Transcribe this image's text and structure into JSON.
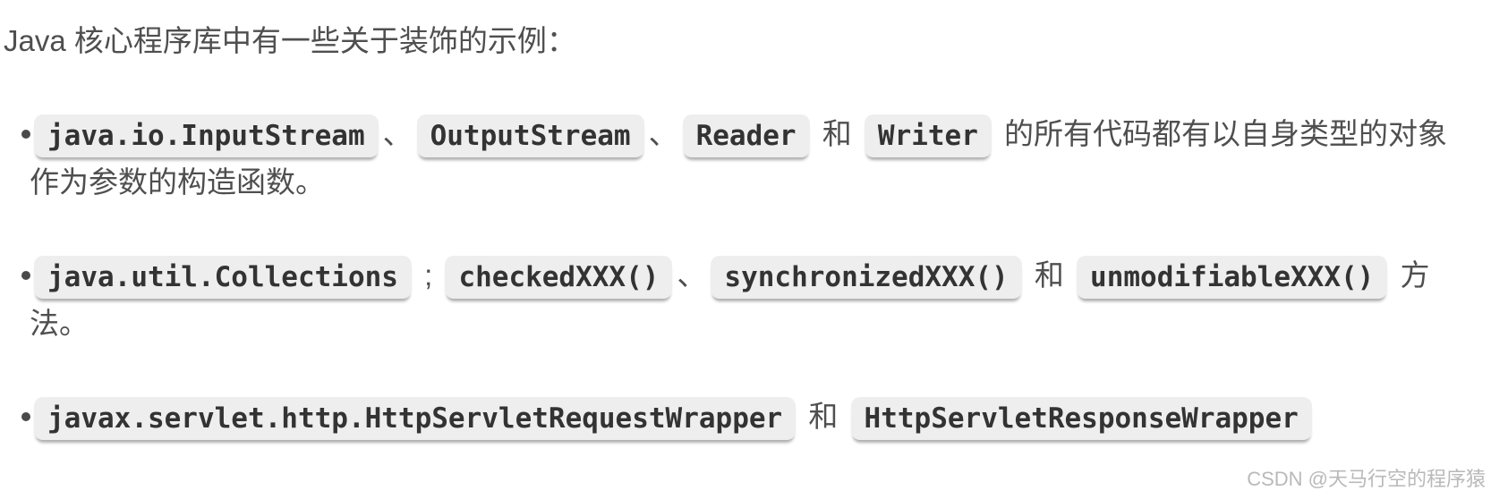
{
  "colors": {
    "background": "#ffffff",
    "body_text": "#4f4f4f",
    "code_text": "#333333",
    "code_chip_background": "#eeeeee",
    "bullet_dot": "#4a4a4a",
    "watermark_text": "#b9b9b9"
  },
  "intro": {
    "text": "Java 核心程序库中有一些关于装饰的示例："
  },
  "list": {
    "items": [
      {
        "segments": [
          {
            "type": "code",
            "text": "java.io.InputStream"
          },
          {
            "type": "text",
            "text": "、"
          },
          {
            "type": "code",
            "text": "OutputStream"
          },
          {
            "type": "text",
            "text": "、"
          },
          {
            "type": "code",
            "text": "Reader"
          },
          {
            "type": "text",
            "text": " 和 "
          },
          {
            "type": "code",
            "text": "Writer"
          },
          {
            "type": "text",
            "text": " 的所有代码都有以自身类型的对象作为参数的构造函数。"
          }
        ]
      },
      {
        "segments": [
          {
            "type": "code",
            "text": "java.util.Collections"
          },
          {
            "type": "text",
            "text": " ; "
          },
          {
            "type": "code",
            "text": "checkedXXX()"
          },
          {
            "type": "text",
            "text": "、"
          },
          {
            "type": "code",
            "text": "synchronizedXXX()"
          },
          {
            "type": "text",
            "text": " 和 "
          },
          {
            "type": "code",
            "text": "unmodifiableXXX()"
          },
          {
            "type": "text",
            "text": " 方法。"
          }
        ]
      },
      {
        "segments": [
          {
            "type": "code",
            "text": "javax.servlet.http.HttpServletRequestWrapper"
          },
          {
            "type": "text",
            "text": " 和 "
          },
          {
            "type": "code",
            "text": "HttpServletResponseWrapper"
          }
        ]
      }
    ]
  },
  "watermark": {
    "text": "CSDN @天马行空的程序猿"
  }
}
